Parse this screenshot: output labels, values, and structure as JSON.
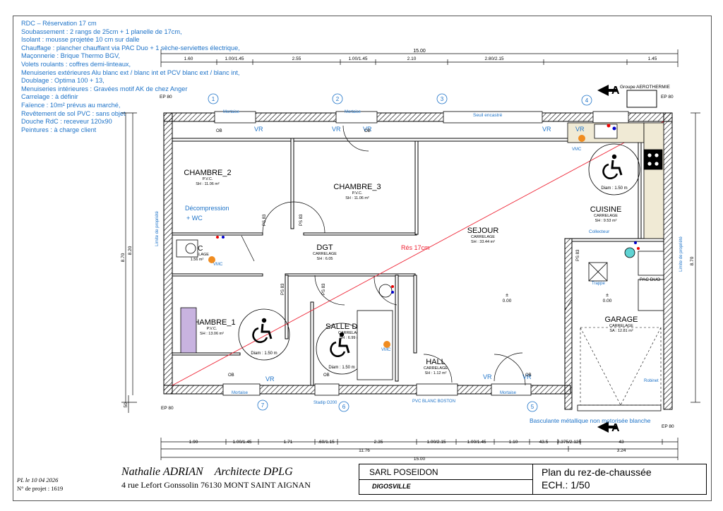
{
  "notes": [
    "RDC – Réservation 17 cm",
    "Soubassement : 2 rangs de 25cm + 1 planelle de 17cm,",
    "Isolant : mousse projetée 10 cm sur dalle",
    "Chauffage : plancher chauffant via PAC Duo + 1 sèche-serviettes électrique,",
    "Maçonnerie : Brique Thermo BGV,",
    "Volets roulants : coffres demi-linteaux,",
    "Menuiseries extérieures Alu blanc ext / blanc int et PCV blanc ext / blanc int,",
    "Doublage : Optima 100 + 13,",
    "Menuiseries intérieures : Gravées motif AK de chez Anger",
    "Carrelage : à définir",
    "Faïence : 10m² prévus au marché,",
    "Revêtement de sol PVC : sans objet",
    "Douche RdC : receveur 120x90",
    "Peintures : à charge client"
  ],
  "dims_top": {
    "total": "15.00",
    "parts": [
      "1.60",
      "1.00/1.45",
      "2.55",
      "1.00/1.45",
      "2.10",
      "2.80/2.15",
      "1.45"
    ]
  },
  "dims_bottom": {
    "parts": [
      "1.90",
      "1.00/1.45",
      "1.71",
      ".60/1.15",
      "2.35",
      "1.00/2.15",
      "1.00/1.45",
      "1.10",
      "43.5",
      "2.375/2.125",
      "43"
    ],
    "sub1": "11.76",
    "sub2": "3.24",
    "total": "15.00"
  },
  "dims_side": {
    "left_total": "8.70",
    "left_inner": "8.20",
    "left_bottom": "50",
    "right_total": "8.70"
  },
  "axis_markers": [
    "1",
    "2",
    "3",
    "4",
    "5",
    "6",
    "7"
  ],
  "section_letter": "A",
  "rooms": [
    {
      "name": "CHAMBRE_2",
      "floor": "P.V.C.",
      "area": "SH : 11.06 m²"
    },
    {
      "name": "CHAMBRE_3",
      "floor": "P.V.C.",
      "area": "SH : 11.06 m²"
    },
    {
      "name": "CUISINE",
      "floor": "CARRELAGE",
      "area": "SH : 9.53 m²"
    },
    {
      "name": "SEJOUR",
      "floor": "CARRELAGE",
      "area": "SH : 33.44 m²"
    },
    {
      "name": "DGT",
      "floor": "CARRELAGE",
      "area": "SH : 6.05"
    },
    {
      "name": "WC",
      "floor": "CARRELAGE",
      "area": "1.56 m²"
    },
    {
      "name": "CHAMBRE_1",
      "floor": "P.V.C.",
      "area": "SH : 13.06 m²"
    },
    {
      "name": "SALLE D'EAU",
      "floor": "CARRELAGE",
      "area": "SH : 6.99 m²"
    },
    {
      "name": "HALL",
      "floor": "CARRELAGE",
      "area": "SH : 1.12 m²"
    },
    {
      "name": "GARAGE",
      "floor": "CARRELAGE",
      "area": "SA : 12.81 m²"
    }
  ],
  "labels": {
    "decompression": "Décompression",
    "plus_wc": "+ WC",
    "res": "Rés 17cm",
    "vmc": "VMC",
    "collecteur": "Collecteur",
    "trappe": "Trappe",
    "pac_duo": "PAC DUO",
    "seuil": "Seuil encastré",
    "pvc_blanc": "PVC BLANC BOSTON",
    "basculante": "Basculante métallique non motorisée blanche",
    "robinet": "Robinet",
    "ep80": "EP 80",
    "groupe": "Groupe AEROTHERMIE",
    "limite_left": "Limite de propriété",
    "limite_right": "Limite de propriété",
    "mortaise": "Mortaise",
    "stadip": "Stadip O200",
    "vr": "VR",
    "ob": "OB",
    "ps83": "PS 83",
    "diam": "Diam : 1.50 m",
    "zero": "0.00",
    "plusminus": "±"
  },
  "architect": {
    "name": "Nathalie ADRIAN",
    "title": "Architecte DPLG",
    "address": "4 rue Lefort Gonssolin 76130 MONT SAINT AIGNAN"
  },
  "project_info": {
    "date": "PL le 10 04 2026",
    "number": "N° de projet : 1619"
  },
  "client": {
    "company": "SARL POSEIDON",
    "location": "DIGOSVILLE"
  },
  "plan": {
    "title": "Plan du rez-de-chaussée",
    "scale": "ECH.: 1/50"
  }
}
